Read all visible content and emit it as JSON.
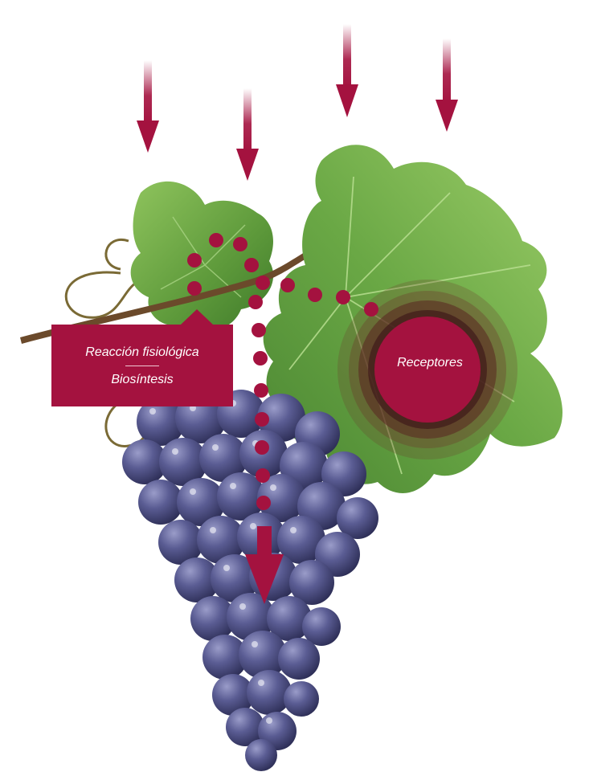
{
  "diagram": {
    "process_label": "Reacción fisiológica",
    "process_sublabel": "Biosíntesis",
    "receptor_label": "Receptores",
    "colors": {
      "accent": "#a4123f",
      "leaf": "#5f9a3a",
      "leaf_light": "#8cc25a",
      "grape": "#4d4f86",
      "vine": "#6b4a2b",
      "halo": "#7a2a2a"
    },
    "incoming_arrows": 4,
    "signal_path": "dotted"
  }
}
